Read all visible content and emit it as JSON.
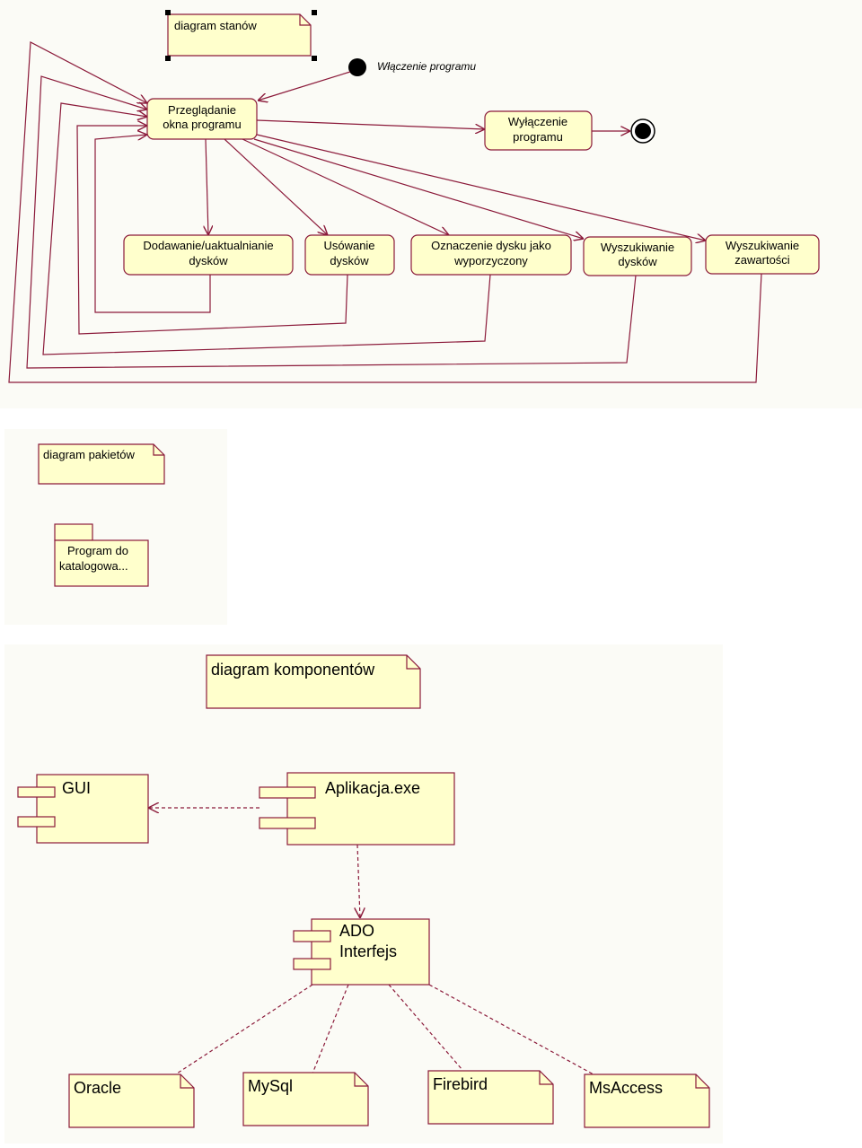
{
  "state_diagram": {
    "note": "diagram stanów",
    "initial_label": "Włączenie programu",
    "states": {
      "browse": [
        "Przeglądanie",
        "okna programu"
      ],
      "shutdown": [
        "Wyłączenie",
        "programu"
      ],
      "add_update": [
        "Dodawanie/uaktualnianie",
        "dysków"
      ],
      "delete": [
        "Usówanie",
        "dysków"
      ],
      "mark_lent": [
        "Oznaczenie dysku jako",
        "wyporzyczony"
      ],
      "search_disks": [
        "Wyszukiwanie",
        "dysków"
      ],
      "search_content": [
        "Wyszukiwanie",
        "zawartości"
      ]
    }
  },
  "package_diagram": {
    "note": "diagram pakietów",
    "package": [
      "Program do",
      "katalogowa..."
    ]
  },
  "component_diagram": {
    "note": "diagram komponentów",
    "components": {
      "gui": "GUI",
      "app": "Aplikacja.exe",
      "ado": [
        "ADO",
        "Interfejs"
      ]
    },
    "notes": {
      "oracle": "Oracle",
      "mysql": "MySql",
      "firebird": "Firebird",
      "msaccess": "MsAccess"
    }
  }
}
